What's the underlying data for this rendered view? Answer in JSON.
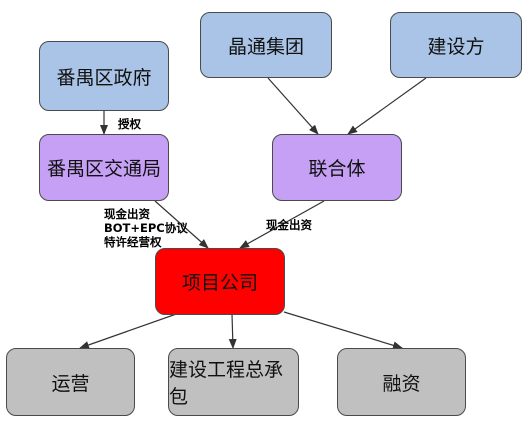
{
  "nodes": {
    "panyu_gov": "番禺区政府",
    "jingtong": "晶通集团",
    "builder": "建设方",
    "panyu_transport": "番禺区交通局",
    "consortium": "联合体",
    "project_company": "项目公司",
    "operation": "运营",
    "epc_contract": "建设工程总承包",
    "financing": "融资"
  },
  "edge_labels": {
    "authorize": "授权",
    "transport_line1": "现金出资",
    "transport_line2": "BOT+EPC协议",
    "transport_line3": "特许经营权",
    "consortium_cash": "现金出资"
  },
  "colors": {
    "blue": "#a9c4e6",
    "purple": "#c6a0f4",
    "red": "#ff0000",
    "gray": "#c0c0c0"
  }
}
